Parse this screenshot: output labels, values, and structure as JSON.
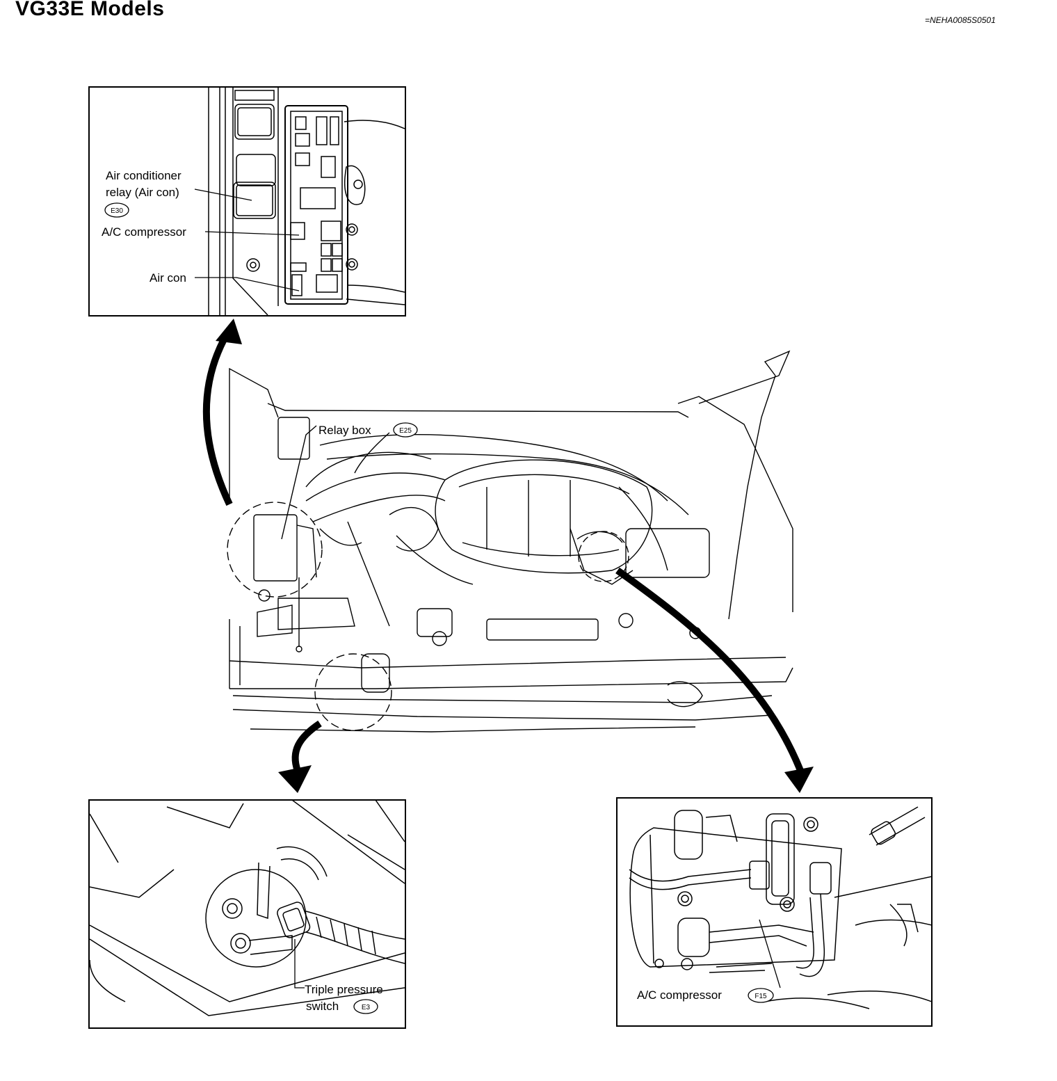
{
  "header": {
    "title": "VG33E Models",
    "reference": "=NEHA0085S0501"
  },
  "detail_relay": {
    "label_relay_line1": "Air conditioner",
    "label_relay_line2": "relay (Air con)",
    "relay_connector": "E30",
    "label_compressor_fuse": "A/C compressor",
    "label_aircon_fuse": "Air con"
  },
  "overview": {
    "label_relay_box": "Relay box",
    "relay_box_connector": "E25"
  },
  "detail_pressure": {
    "label_line1": "Triple pressure",
    "label_line2": "switch",
    "connector": "E3"
  },
  "detail_compressor": {
    "label": "A/C compressor",
    "connector": "F15"
  }
}
